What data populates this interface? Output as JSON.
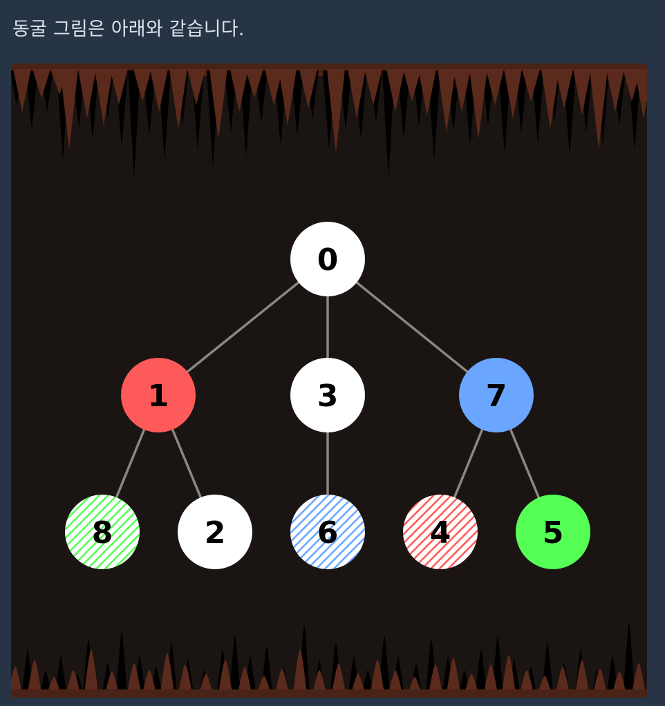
{
  "caption": "동굴 그림은 아래와 같습니다.",
  "colors": {
    "page_bg": "#263445",
    "cave_bg": "#1a1412",
    "rock": "#5a2a1c",
    "rock_edge": "#4a2317",
    "edge_line": "#8c8783",
    "white": "#ffffff",
    "red": "#ff5a5a",
    "blue": "#6aa6ff",
    "green": "#55ff55"
  },
  "tree": {
    "nodes": [
      {
        "id": "0",
        "label": "0",
        "fill": "solid",
        "color": "white"
      },
      {
        "id": "1",
        "label": "1",
        "fill": "solid",
        "color": "red"
      },
      {
        "id": "3",
        "label": "3",
        "fill": "solid",
        "color": "white"
      },
      {
        "id": "7",
        "label": "7",
        "fill": "solid",
        "color": "blue"
      },
      {
        "id": "8",
        "label": "8",
        "fill": "hatched",
        "color": "green"
      },
      {
        "id": "2",
        "label": "2",
        "fill": "solid",
        "color": "white"
      },
      {
        "id": "6",
        "label": "6",
        "fill": "hatched",
        "color": "blue"
      },
      {
        "id": "4",
        "label": "4",
        "fill": "hatched",
        "color": "red"
      },
      {
        "id": "5",
        "label": "5",
        "fill": "solid",
        "color": "green"
      }
    ],
    "edges": [
      [
        "0",
        "1"
      ],
      [
        "0",
        "3"
      ],
      [
        "0",
        "7"
      ],
      [
        "1",
        "8"
      ],
      [
        "1",
        "2"
      ],
      [
        "3",
        "6"
      ],
      [
        "7",
        "4"
      ],
      [
        "7",
        "5"
      ]
    ]
  }
}
